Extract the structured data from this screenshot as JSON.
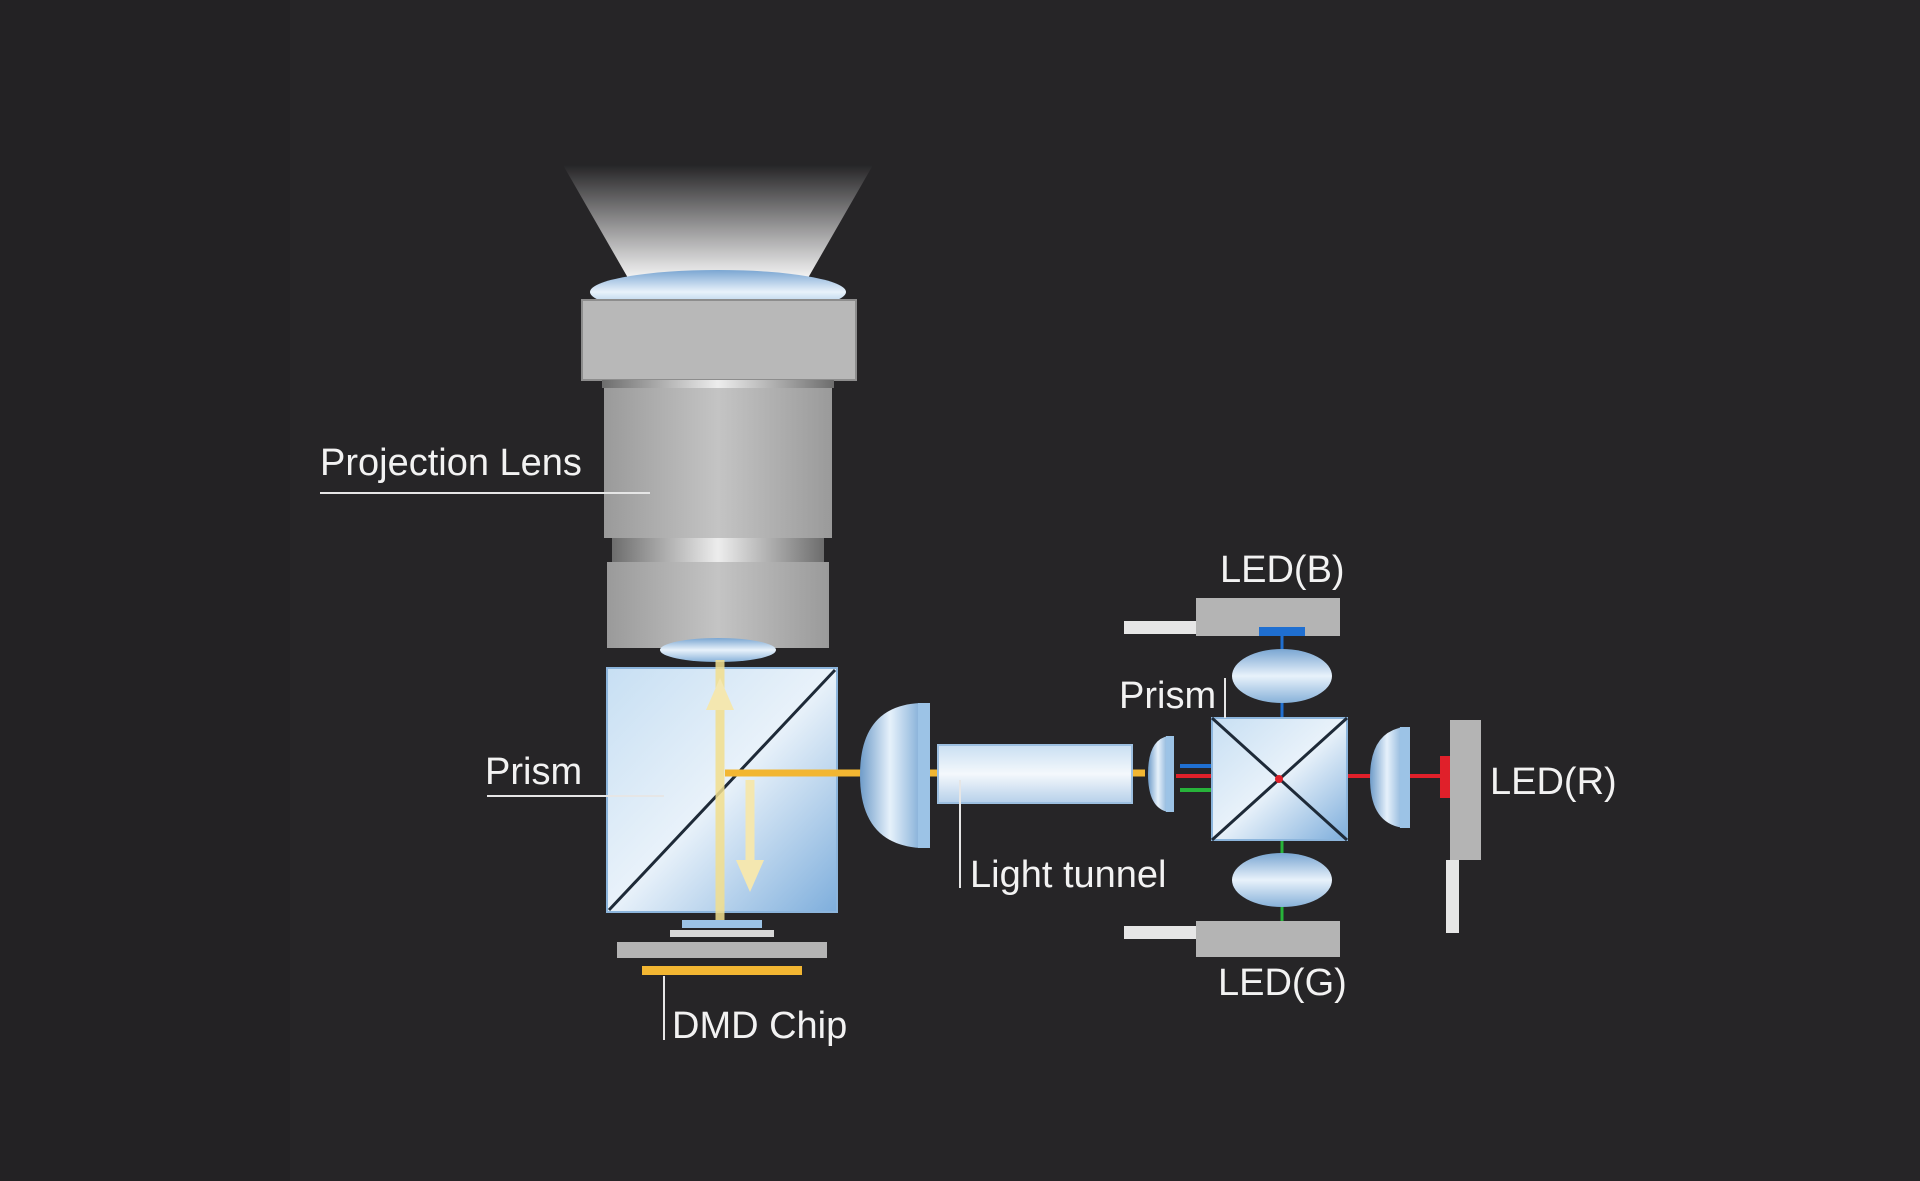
{
  "labels": {
    "projection_lens": "Projection Lens",
    "prism_left": "Prism",
    "dmd_chip": "DMD Chip",
    "light_tunnel": "Light tunnel",
    "prism_right": "Prism",
    "led_b": "LED(B)",
    "led_r": "LED(R)",
    "led_g": "LED(G)"
  },
  "colors": {
    "background": "#262527",
    "housing_gray": "#b4b4b4",
    "prism_blue": "#9cc3e6",
    "light_yellow": "#f2b632",
    "led_blue": "#1f6fd1",
    "led_red": "#e0202a",
    "led_green": "#27b33a",
    "label_text": "#f2f2f2"
  }
}
